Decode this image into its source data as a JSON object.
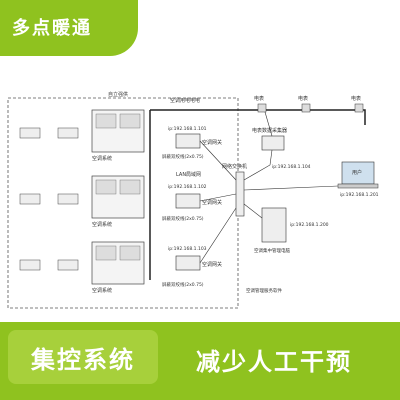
{
  "header": {
    "title": "多点暖通"
  },
  "diagram": {
    "building_label": "自立强供",
    "power_meter_label": "空调用电电电",
    "meters": [
      "电表",
      "电表",
      "电表"
    ],
    "ac_system_label": "空调系统",
    "gateway_label": "空调网关",
    "lan_label": "LAN局域网",
    "ips": [
      "ip:192.168.1.101",
      "ip:192.168.1.102",
      "ip:192.168.1.103",
      "ip:192.168.1.104",
      "ip:192.168.1.200",
      "ip:192.168.1.201"
    ],
    "cable_label": "屏蔽双绞线(2x0.75)",
    "switch_label": "网络交换机",
    "collector_label": "电表数据采集器",
    "computer_label": "用户",
    "server_label": "空调集中管理电脑",
    "software_label": "空调管理服务软件"
  },
  "footer": {
    "left_label": "集控系统",
    "right_label": "减少人工干预"
  }
}
